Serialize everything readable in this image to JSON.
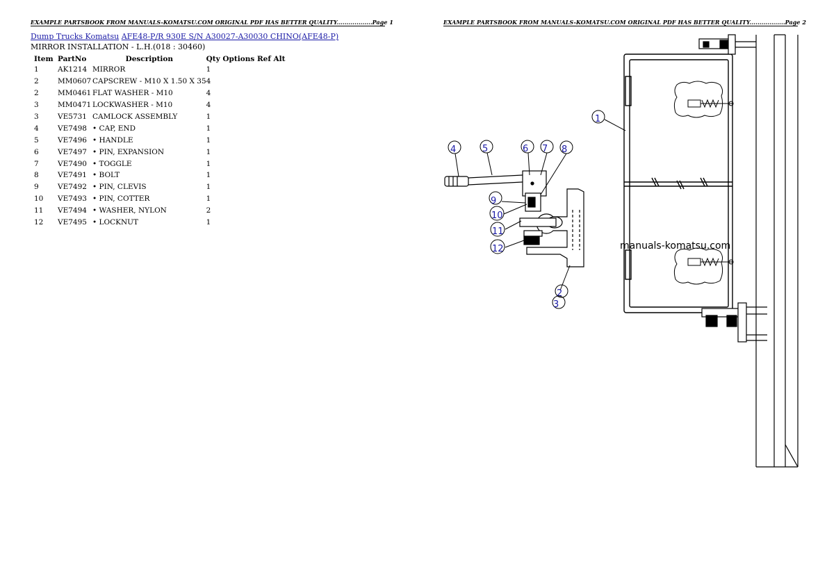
{
  "header": {
    "left": "EXAMPLE PARTSBOOK FROM MANUALS-KOMATSU.COM ORIGINAL PDF HAS BETTER QUALITY..................Page 1",
    "right": "EXAMPLE PARTSBOOK FROM MANUALS-KOMATSU.COM ORIGINAL PDF HAS BETTER QUALITY..................Page 2"
  },
  "breadcrumb": {
    "category": "Dump Trucks Komatsu",
    "model": "AFE48-P/R 930E S/N A30027-A30030 CHINO(AFE48-P)"
  },
  "subtitle": "MIRROR INSTALLATION - L.H.(018 : 30460)",
  "table": {
    "columns": [
      "Item",
      "PartNo",
      "Description",
      "Qty Options Ref Alt"
    ],
    "rows": [
      {
        "item": "1",
        "part": "AK1214",
        "desc": "MIRROR",
        "qty": "1"
      },
      {
        "item": "2",
        "part": "MM0607",
        "desc": "CAPSCREW - M10 X 1.50 X 35",
        "qty": "4"
      },
      {
        "item": "2",
        "part": "MM0461",
        "desc": "FLAT WASHER - M10",
        "qty": "4"
      },
      {
        "item": "3",
        "part": "MM0471",
        "desc": "LOCKWASHER - M10",
        "qty": "4"
      },
      {
        "item": "3",
        "part": "VE5731",
        "desc": "CAMLOCK ASSEMBLY",
        "qty": "1"
      },
      {
        "item": "4",
        "part": "VE7498",
        "desc": "• CAP, END",
        "qty": "1"
      },
      {
        "item": "5",
        "part": "VE7496",
        "desc": "• HANDLE",
        "qty": "1"
      },
      {
        "item": "6",
        "part": "VE7497",
        "desc": "• PIN, EXPANSION",
        "qty": "1"
      },
      {
        "item": "7",
        "part": "VE7490",
        "desc": "• TOGGLE",
        "qty": "1"
      },
      {
        "item": "8",
        "part": "VE7491",
        "desc": "• BOLT",
        "qty": "1"
      },
      {
        "item": "9",
        "part": "VE7492",
        "desc": "• PIN, CLEVIS",
        "qty": "1"
      },
      {
        "item": "10",
        "part": "VE7493",
        "desc": "• PIN, COTTER",
        "qty": "1"
      },
      {
        "item": "11",
        "part": "VE7494",
        "desc": "• WASHER, NYLON",
        "qty": "2"
      },
      {
        "item": "12",
        "part": "VE7495",
        "desc": "• LOCKNUT",
        "qty": "1"
      }
    ]
  },
  "diagram": {
    "callouts": [
      "1",
      "2",
      "3",
      "4",
      "5",
      "6",
      "7",
      "8",
      "9",
      "10",
      "11",
      "12"
    ],
    "watermark": "manuals-komatsu.com",
    "callout_color": "#1a1aa6"
  }
}
